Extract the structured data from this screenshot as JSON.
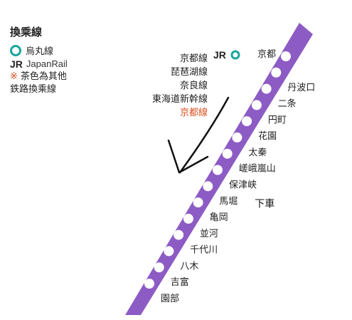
{
  "legend": {
    "title": "換乘線",
    "subway": {
      "label": "烏丸線",
      "icon": "subway-ring-icon",
      "color": "#1aa7a0"
    },
    "jr": {
      "mark": "JR",
      "label": "JapanRail"
    },
    "note": {
      "mark": "※",
      "line1": "茶色為其他",
      "line2": "鉄路換乘線",
      "color": "#d7501e"
    }
  },
  "line_color": "#8d5bc4",
  "transfers": {
    "lines": [
      "京都線",
      "琵琶湖線",
      "奈良線",
      "東海道新幹線"
    ],
    "other_line": "京都線",
    "jr_mark": "JR",
    "other_color": "#d7501e"
  },
  "stations": [
    "京都",
    "丹波口",
    "二条",
    "円町",
    "花園",
    "太秦",
    "嵯峨嵐山",
    "保津峡",
    "馬堀",
    "亀岡",
    "並河",
    "千代川",
    "八木",
    "吉富",
    "園部"
  ],
  "annotation": {
    "text": "下車",
    "station": "馬堀"
  }
}
